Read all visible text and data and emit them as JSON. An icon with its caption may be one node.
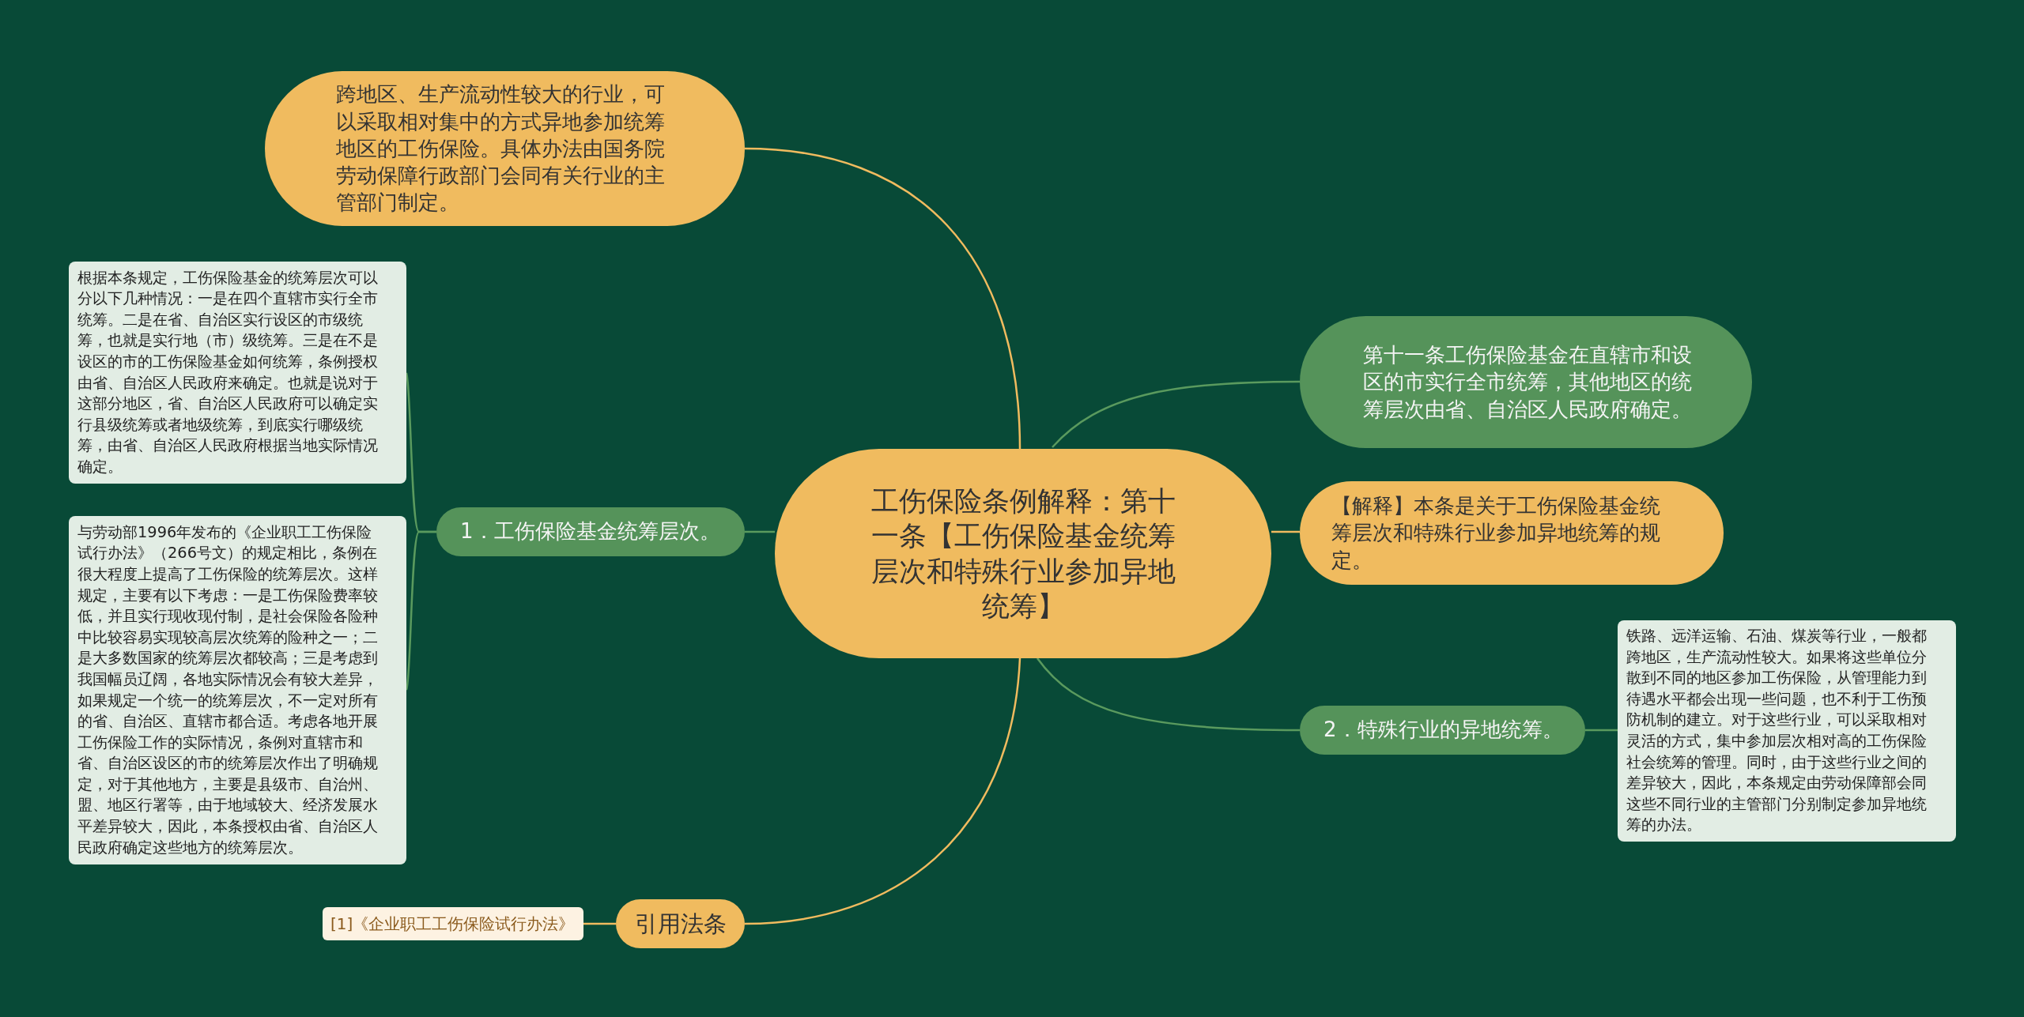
{
  "diagram": {
    "nodes": [
      {
        "text": [
          "工伤保险条例解释：第十一条【工伤保险基金统筹层次和特殊行业参加异地统筹】"
        ]
      },
      {
        "text": [
          "跨地区、生产流动性较大的行业，可以采取相对集中的方式异地参加统筹地区的工伤保险。具体办法由国务院劳动保障行政部门会同有关行业的主管部门制定。"
        ]
      },
      {
        "text": [
          "第十一条工伤保险基金在直辖市和设区的市实行全市统筹，其他地区的统筹层次由省、自治区人民政府确定。"
        ]
      },
      {
        "text": [
          "【解释】本条是关于工伤保险基金统筹层次和特殊行业参加异地统筹的规定。"
        ]
      },
      {
        "text": [
          "1．工伤保险基金统筹层次。"
        ]
      },
      {
        "text": [
          "根据本条规定，工伤保险基金的统筹层次可以分以下几种情况：一是在四个直辖市实行全市统筹。二是在省、自治区实行设区的市级统筹，也就是实行地（市）级统筹。三是在不是设区的市的工伤保险基金如何统筹，条例授权由省、自治区人民政府来确定。也就是说对于这部分地区，省、自治区人民政府可以确定实行县级统筹或者地级统筹，到底实行哪级统筹，由省、自治区人民政府根据当地实际情况确定。"
        ]
      },
      {
        "text": [
          "与劳动部1996年发布的《企业职工工伤保险试行办法》（266号文）的规定相比，条例在很大程度上提高了工伤保险的统筹层次。这样规定，主要有以下考虑：一是工伤保险费率较低，并且实行现收现付制，是社会保险各险种中比较容易实现较高层次统筹的险种之一；二是大多数国家的统筹层次都较高；三是考虑到我国幅员辽阔，各地实际情况会有较大差异，如果规定一个统一的统筹层次，不一定对所有的省、自治区、直辖市都合适。考虑各地开展工伤保险工作的实际情况，条例对直辖市和省、自治区设区的市的统筹层次作出了明确规定，对于其他地方，主要是县级市、自治州、盟、地区行署等，由于地域较大、经济发展水平差异较大，因此，本条授权由省、自治区人民政府确定这些地方的统筹层次。"
        ]
      },
      {
        "text": [
          "2．特殊行业的异地统筹。"
        ]
      },
      {
        "text": [
          "铁路、远洋运输、石油、煤炭等行业，一般都跨地区，生产流动性较大。如果将这些单位分散到不同的地区参加工伤保险，从管理能力到待遇水平都会出现一些问题，也不利于工伤预防机制的建立。对于这些行业，可以采取相对灵活的方式，集中参加层次相对高的工伤保险社会统筹的管理。同时，由于这些行业之间的差异较大，因此，本条规定由劳动保障部会同这些不同行业的主管部门分别制定参加异地统筹的办法。"
        ]
      },
      {
        "text": [
          "引用法条"
        ]
      },
      {
        "text": [
          "[1]《企业职工工伤保险试行办法》"
        ]
      }
    ],
    "edges": [
      {
        "from": 0,
        "to": 1,
        "arrow": "none",
        "color": "#f0bb5f"
      },
      {
        "from": 0,
        "to": 2,
        "arrow": "none"
      },
      {
        "from": 0,
        "to": 3,
        "arrow": "none",
        "color": "#f0bb5f"
      },
      {
        "from": 0,
        "to": 4,
        "arrow": "none"
      },
      {
        "from": 4,
        "to": 5,
        "arrow": "none"
      },
      {
        "from": 4,
        "to": 6,
        "arrow": "none"
      },
      {
        "from": 0,
        "to": 7,
        "arrow": "none"
      },
      {
        "from": 7,
        "to": 8,
        "arrow": "none"
      },
      {
        "from": 0,
        "to": 9,
        "arrow": "none",
        "color": "#f0bb5f"
      },
      {
        "from": 9,
        "to": 10,
        "arrow": "none",
        "color": "#f0bb5f"
      }
    ]
  }
}
